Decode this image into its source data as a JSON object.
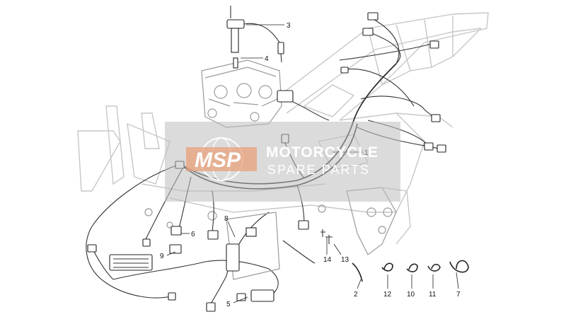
{
  "diagram": {
    "callouts": [
      {
        "id": "c1",
        "label": "1"
      },
      {
        "id": "c2",
        "label": "2"
      },
      {
        "id": "c3",
        "label": "3"
      },
      {
        "id": "c4",
        "label": "4"
      },
      {
        "id": "c5",
        "label": "5"
      },
      {
        "id": "c6",
        "label": "6"
      },
      {
        "id": "c7",
        "label": "7"
      },
      {
        "id": "c8",
        "label": "8"
      },
      {
        "id": "c9",
        "label": "9"
      },
      {
        "id": "c10",
        "label": "10"
      },
      {
        "id": "c11",
        "label": "11"
      },
      {
        "id": "c12",
        "label": "12"
      },
      {
        "id": "c13",
        "label": "13"
      },
      {
        "id": "c14",
        "label": "14"
      }
    ]
  },
  "watermark": {
    "logo": "MSP",
    "line1": "MOTORCYCLE",
    "line2": "SPARE PARTS",
    "overlay_color": "#bdbdbd",
    "logo_color": "#e8a07a"
  }
}
